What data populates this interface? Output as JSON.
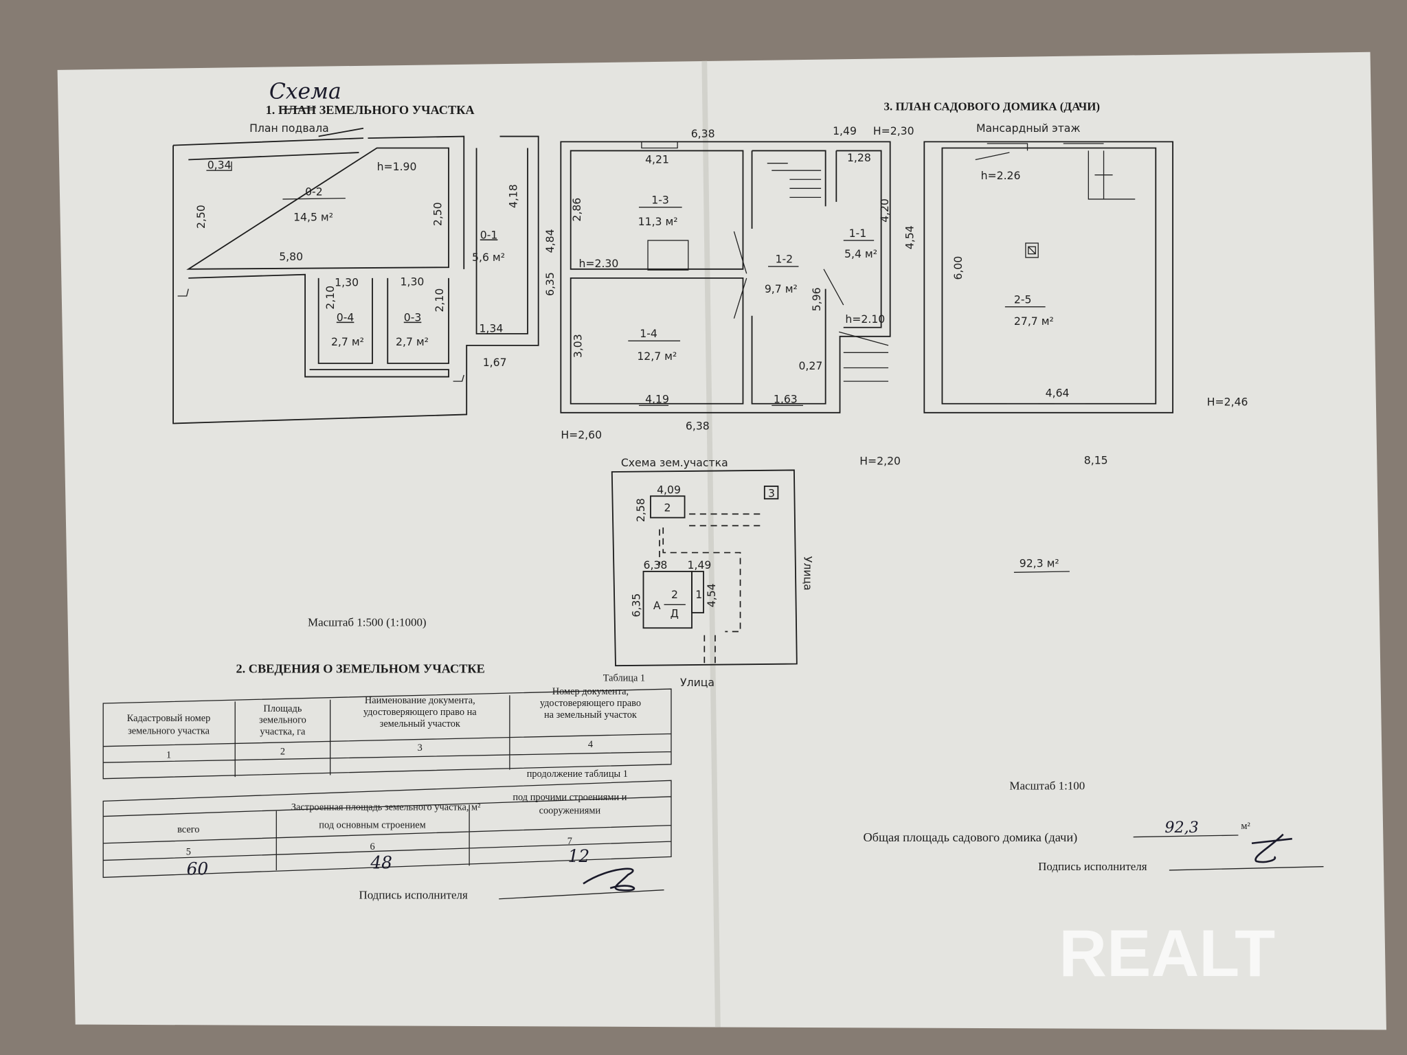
{
  "doc": {
    "handwritten_title": "Схема",
    "section1_title": "1. ПЛАН ЗЕМЕЛЬНОГО УЧАСТКА",
    "section1_struck_word": "ПЛАН",
    "section3_title": "3. ПЛАН САДОВОГО ДОМИКА (ДАЧИ)",
    "section2_title": "2. СВЕДЕНИЯ О ЗЕМЕЛЬНОМ УЧАСТКЕ"
  },
  "basement": {
    "title": "План подвала",
    "labels": {
      "d034": "0,34",
      "h": "h=1.90",
      "r02": "0-2",
      "a02": "14,5 м²",
      "d250l": "2,50",
      "d250r": "2,50",
      "d580": "5,80",
      "d130a": "1,30",
      "d130b": "1,30",
      "d210a": "2,10",
      "d210b": "2,10",
      "r04": "0-4",
      "a04": "2,7 м²",
      "r03": "0-3",
      "a03": "2,7 м²",
      "r01": "0-1",
      "a01": "5,6 м²",
      "d418": "4,18",
      "d134": "1,34",
      "d167": "1,67",
      "d484": "4,84",
      "d635": "6,35"
    }
  },
  "ground_floor": {
    "labels": {
      "d638t": "6,38",
      "d149": "1,49",
      "H230": "H=2,30",
      "d421": "4,21",
      "d128": "1,28",
      "d286": "2,86",
      "r13": "1-3",
      "a13": "11,3 м²",
      "d420": "4,20",
      "d454": "4,54",
      "r11": "1-1",
      "a11": "5,4 м²",
      "h230": "h=2.30",
      "r12": "1-2",
      "a12": "9,7 м²",
      "d596": "5,96",
      "h210": "h=2.10",
      "d303": "3,03",
      "r14": "1-4",
      "a14": "12,7 м²",
      "d027": "0,27",
      "d419": "4,19",
      "d163": "1,63",
      "d638b": "6,38",
      "H260": "H=2,60"
    }
  },
  "attic": {
    "title": "Мансардный этаж",
    "labels": {
      "h226": "h=2.26",
      "d600": "6,00",
      "r25": "2-5",
      "a25": "27,7 м²",
      "d464": "4,64",
      "H246": "H=2,46"
    }
  },
  "misc": {
    "H220": "H=2,20",
    "d815": "8,15",
    "total": "92,3 м²"
  },
  "site": {
    "title": "Схема зем.участка",
    "d409": "4,09",
    "d258": "2,58",
    "b2": "2",
    "marker3": "3",
    "d638": "6,38",
    "d149": "1,49",
    "d635": "6,35",
    "A": "А",
    "num2": "2",
    "D": "Д",
    "num1": "1",
    "d454": "4,54",
    "street_right": "Улица",
    "street_bottom": "Улица"
  },
  "scale_left": "Масштаб 1:500 (1:1000)",
  "table1": {
    "caption": "Таблица 1",
    "headers": [
      [
        "Кадастровый номер",
        "земельного участка"
      ],
      [
        "Площадь",
        "земельного",
        "участка, га"
      ],
      [
        "Наименование документа,",
        "удостоверяющего право на",
        "земельный участок"
      ],
      [
        "Номер документа,",
        "удостоверяющего право",
        "на земельный участок"
      ]
    ],
    "numbers": [
      "1",
      "2",
      "3",
      "4"
    ],
    "continuation": "продолжение таблицы 1"
  },
  "table2": {
    "header": "Застроенная площадь земельного участка, м²",
    "columns": [
      [
        "всего"
      ],
      [
        "под основным строением"
      ],
      [
        "под прочими строениями и",
        "сооружениями"
      ]
    ],
    "numbers": [
      "5",
      "6",
      "7"
    ],
    "values": [
      "60",
      "48",
      "12"
    ]
  },
  "signature_left": "Подпись исполнителя",
  "scale_right": "Масштаб 1:100",
  "total_area_label": "Общая площадь садового домика (дачи)",
  "total_area_value": "92,3",
  "total_area_unit": "м²",
  "signature_right": "Подпись исполнителя",
  "watermark": "REALT"
}
